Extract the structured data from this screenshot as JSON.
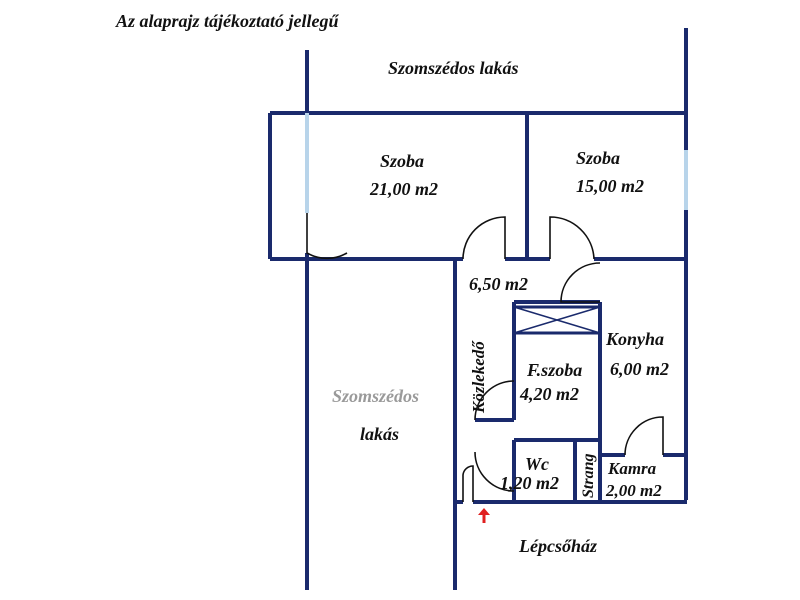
{
  "note": "Az alaprajz tájékoztató jellegű",
  "neighbor_top": "Szomszédos lakás",
  "neighbor_left": {
    "line1": "Szomszédos",
    "line2": "lakás"
  },
  "rooms": {
    "szoba_large": {
      "name": "Szoba",
      "area": "21,00 m2"
    },
    "szoba_small": {
      "name": "Szoba",
      "area": "15,00 m2"
    },
    "hall_area": "6,50 m2",
    "kozlekedo": "Közlekedő",
    "konyha": {
      "name": "Konyha",
      "area": "6,00 m2"
    },
    "furdo": {
      "name": "F.szoba",
      "area": "4,20 m2"
    },
    "wc": {
      "name": "Wc",
      "area": "1,20 m2"
    },
    "strang": "Strang",
    "kamra": {
      "name": "Kamra",
      "area": "2,00 m2"
    }
  },
  "stairwell": "Lépcsőház",
  "colors": {
    "wall": "#1a2a6c",
    "window": "#b8d4ea",
    "entrance_arrow": "#e02020"
  },
  "icons": {
    "entrance": "red-up-arrow-icon"
  }
}
